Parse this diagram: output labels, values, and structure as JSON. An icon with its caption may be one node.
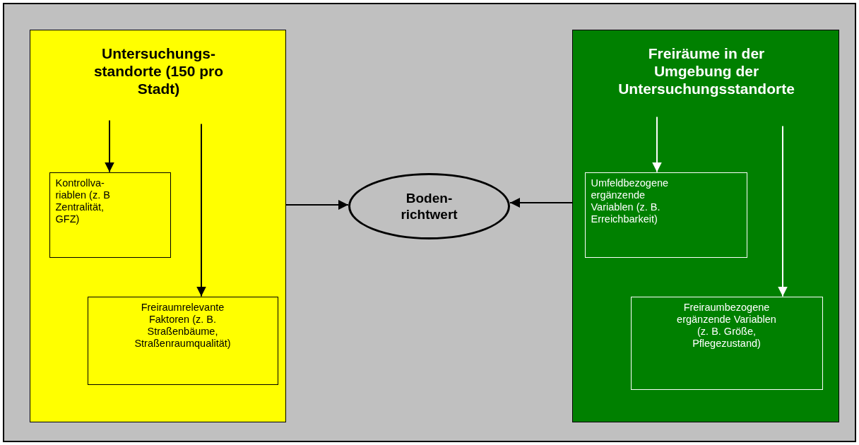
{
  "diagram": {
    "nodes": [
      {
        "text": [
          "Untersuchungs- standorte (150 pro Stadt)"
        ]
      },
      {
        "text": [
          "Kontrollva- riablen (z. B Zentralität, GFZ)"
        ],
        "in": 0
      },
      {
        "text": [
          "Freiraumrelevante Faktoren (z. B. Straßenbäume, Straßenraumqualität)"
        ],
        "in": 0
      },
      {
        "text": [
          "Boden- richtwert"
        ]
      },
      {
        "text": [
          "Freiräume in der Umgebung der Untersuchungsstandorte"
        ]
      },
      {
        "text": [
          "Umfeldbezogene ergänzende Variablen (z. B. Erreichbarkeit)"
        ],
        "in": 4
      },
      {
        "text": [
          "Freiraumbezogene ergänzende Variablen (z. B. Größe, Pflegezustand)"
        ],
        "in": 4
      }
    ],
    "edges": [
      {
        "from": null,
        "to": 1,
        "arrow": "to"
      },
      {
        "from": null,
        "to": 2,
        "arrow": "to"
      },
      {
        "from": 0,
        "to": 3,
        "arrow": "to"
      },
      {
        "from": 4,
        "to": 3,
        "arrow": "to"
      },
      {
        "from": null,
        "to": 5,
        "arrow": "to",
        "color": "#ffffff"
      },
      {
        "from": null,
        "to": 6,
        "arrow": "to",
        "color": "#ffffff"
      }
    ]
  }
}
